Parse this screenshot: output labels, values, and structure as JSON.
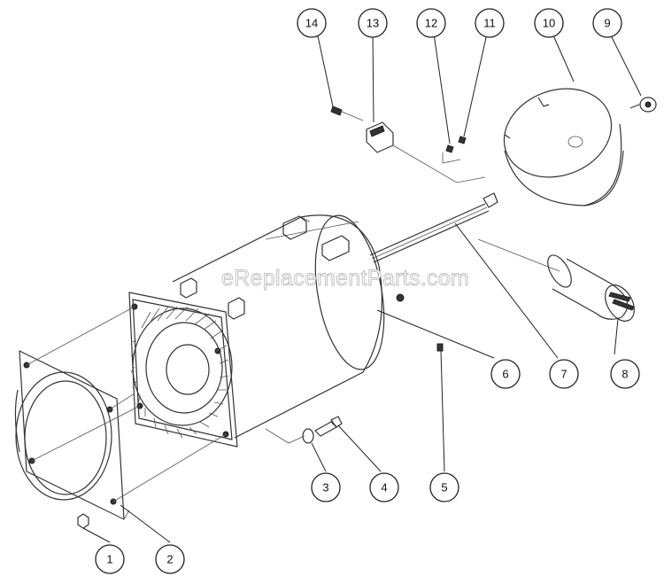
{
  "watermark": "eReplacementParts.com",
  "callouts": [
    "1",
    "2",
    "3",
    "4",
    "5",
    "6",
    "7",
    "8",
    "9",
    "10",
    "11",
    "12",
    "13",
    "14"
  ]
}
